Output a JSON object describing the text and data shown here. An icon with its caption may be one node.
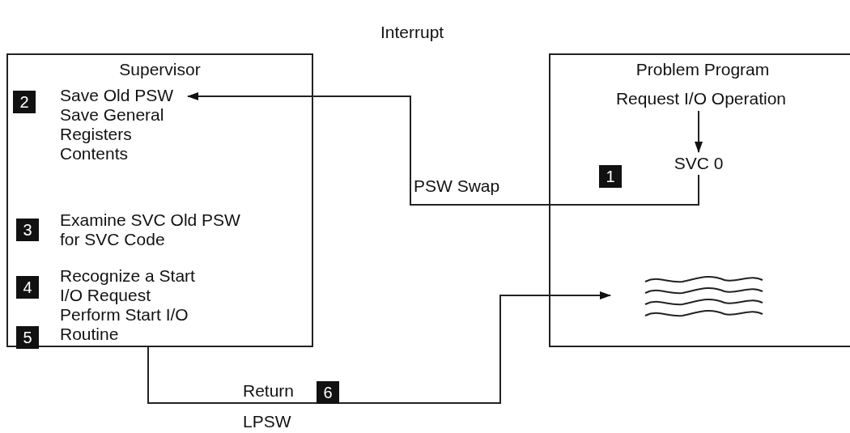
{
  "diagram": {
    "title": "Interrupt",
    "nodes": [
      {
        "text": [
          "Supervisor"
        ]
      },
      {
        "text": [
          "2"
        ],
        "in": 0
      },
      {
        "text": [
          "Save Old PSW Save General Registers Contents"
        ],
        "in": 0
      },
      {
        "text": [
          "3"
        ],
        "in": 0
      },
      {
        "text": [
          "Examine SVC Old PSW for SVC Code"
        ],
        "in": 0
      },
      {
        "text": [
          "4"
        ],
        "in": 0
      },
      {
        "text": [
          "Recognize a Start I/O Request"
        ],
        "in": 0
      },
      {
        "text": [
          "5"
        ],
        "in": 0
      },
      {
        "text": [
          "Perform Start I/O Routine"
        ],
        "in": 0
      },
      {
        "text": [
          "Problem Program"
        ]
      },
      {
        "text": [
          "Request I/O Operation"
        ],
        "in": 9
      },
      {
        "text": [
          "SVC 0"
        ],
        "in": 9
      },
      {
        "text": [
          "1"
        ],
        "in": 9
      },
      {
        "text": [],
        "shape": "picture",
        "in": 9
      },
      {
        "text": [
          "6"
        ]
      }
    ],
    "edges": [
      {
        "from": 10,
        "to": 11,
        "arrow": "to"
      },
      {
        "from": 11,
        "to": 2,
        "arrow": "to",
        "label": "PSW Swap"
      },
      {
        "from": 0,
        "to": 13,
        "arrow": "to",
        "label": "Return"
      }
    ],
    "labels": [
      "LPSW"
    ]
  }
}
